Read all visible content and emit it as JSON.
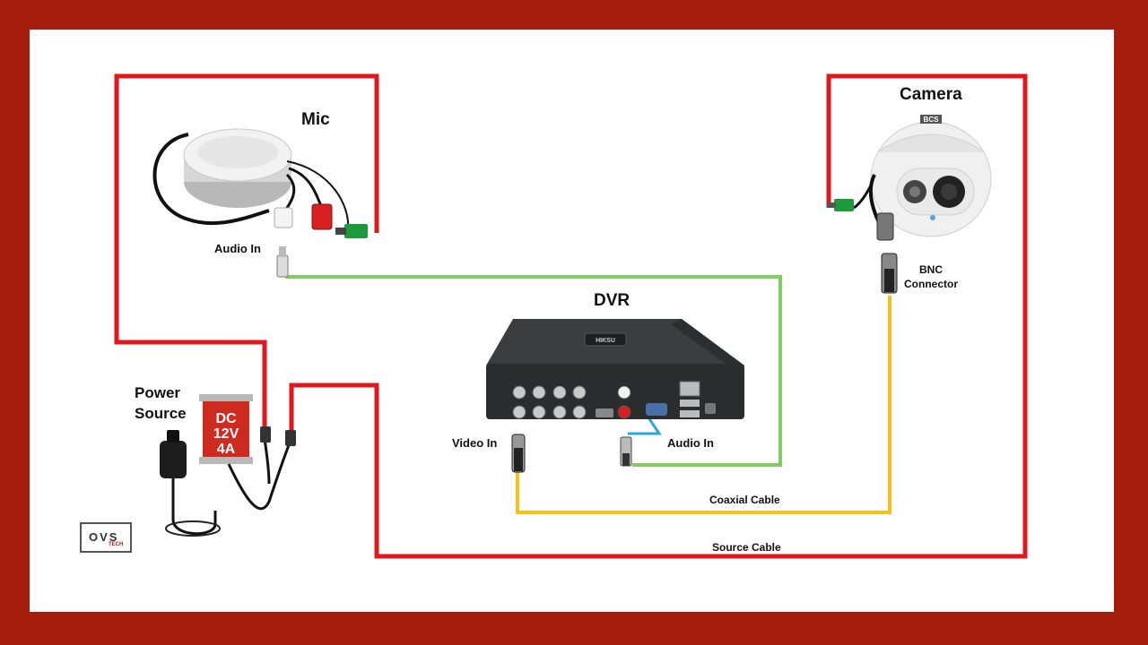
{
  "components": {
    "mic": "Mic",
    "camera": "Camera",
    "dvr": "DVR",
    "power_source": [
      "Power",
      "Source"
    ],
    "bnc_connector": [
      "BNC",
      "Connector"
    ]
  },
  "ports": {
    "mic_audio_in": "Audio In",
    "dvr_video_in": "Video In",
    "dvr_audio_in": "Audio In"
  },
  "cables": {
    "coaxial": "Coaxial Cable",
    "source": "Source Cable"
  },
  "power_adapter": {
    "line1": "DC",
    "line2": "12V",
    "line3": "4A"
  },
  "camera_brand": "BCS",
  "dvr_brand": "HIKSU",
  "logo": {
    "main": "OVS",
    "sub": "TECH"
  },
  "colors": {
    "border": "#a51d0c",
    "power_wire": "#e3161c",
    "audio_wire": "#7ed05a",
    "coax_wire": "#f5c21b",
    "dvr_audio_link": "#29a8e0"
  }
}
